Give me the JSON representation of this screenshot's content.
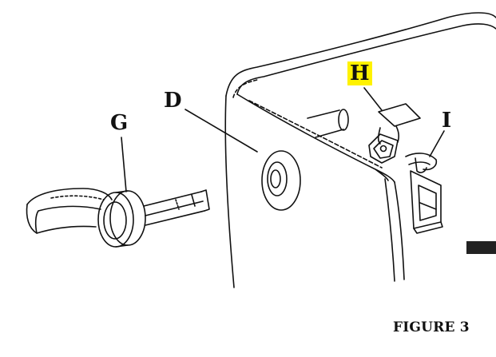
{
  "labels": {
    "g": "G",
    "d": "D",
    "h": "H",
    "i": "I"
  },
  "caption": "FIGURE 3",
  "colors": {
    "ink": "#111111",
    "highlight": "#fff200",
    "tab": "#222222"
  }
}
